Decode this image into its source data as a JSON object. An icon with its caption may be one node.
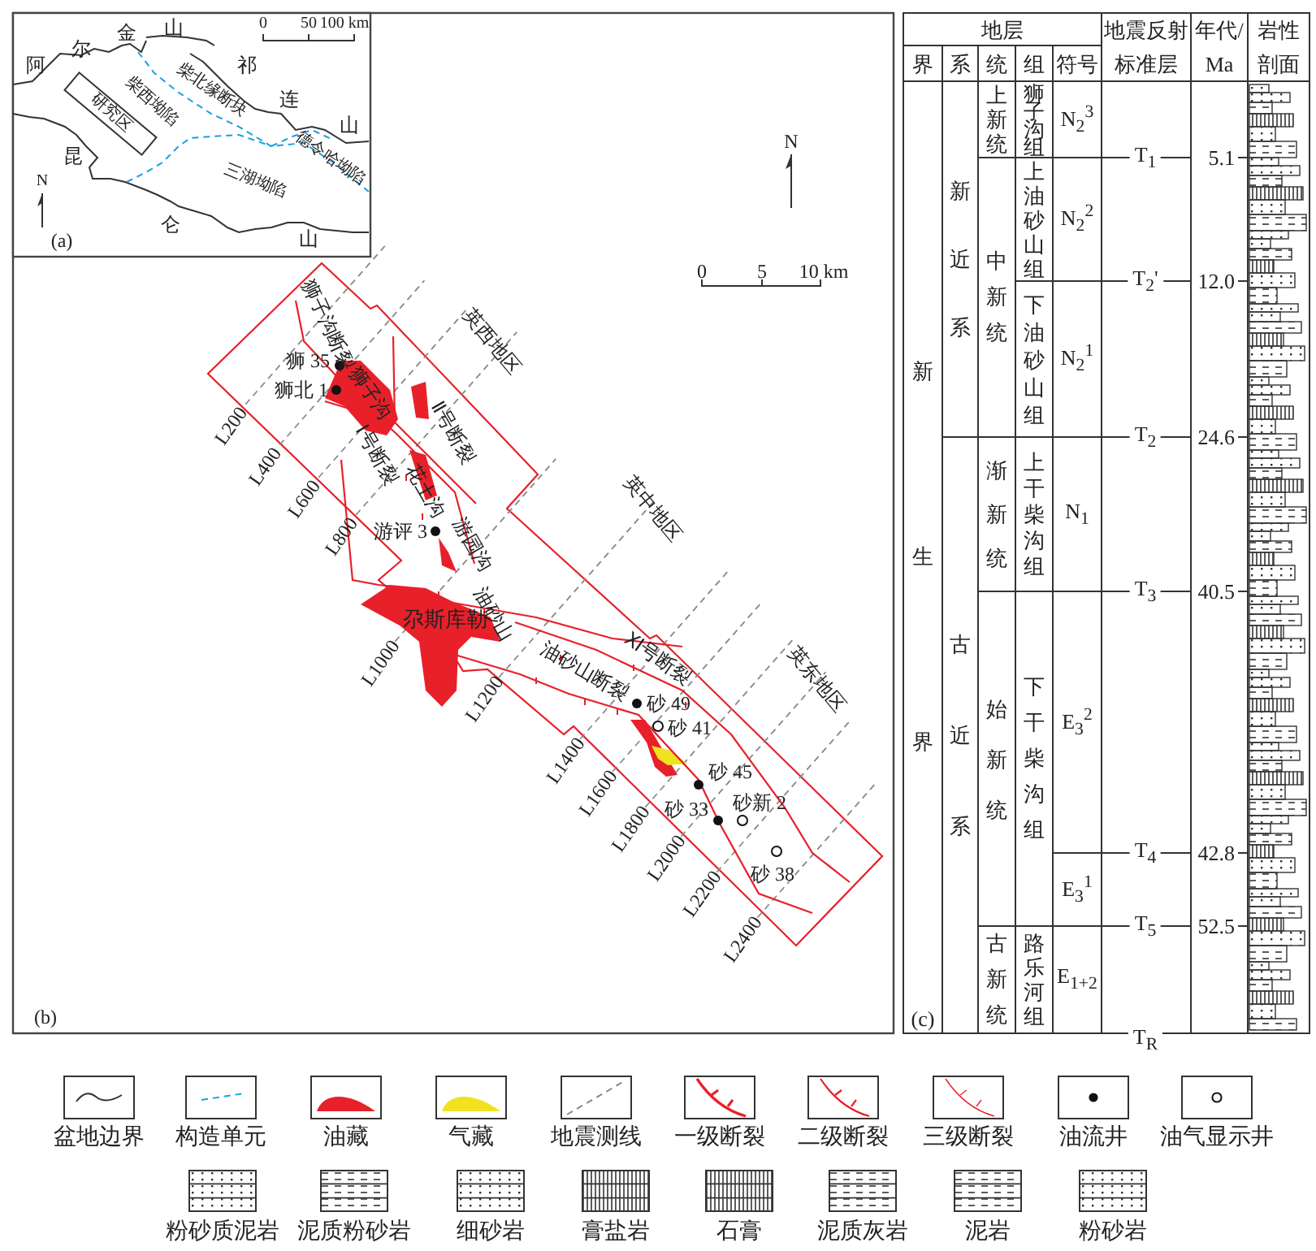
{
  "diagram": {
    "labels": [
      "金",
      "山",
      "阿",
      "尔",
      "祁",
      "连",
      "山",
      "柴北缘断块",
      "柴西坳陷",
      "研究区",
      "德令哈坳陷",
      "三湖坳陷",
      "昆",
      "仑",
      "山",
      "0",
      "50",
      "100 km",
      "N",
      "(a)",
      "N",
      "0",
      "5",
      "10 km",
      "狮子沟断裂",
      "英西地区",
      "狮 35",
      "狮北 1",
      "狮子沟",
      "L200",
      "L400",
      "Ⅰ号断裂",
      "Ⅱ号断裂",
      "L600",
      "花土沟",
      "英中地区",
      "L800",
      "游评 3",
      "游园沟",
      "L1000",
      "尕斯库勒",
      "油砂山",
      "L1200",
      "油砂山断裂",
      "Ⅺ号断裂",
      "英东地区",
      "砂 49",
      "砂 41",
      "L1400",
      "砂 45",
      "L1600",
      "砂 33",
      "砂新 2",
      "L1800",
      "L2000",
      "砂 38",
      "L2200",
      "L2400",
      "(b)",
      "地层",
      "地震反射",
      "年代/",
      "岩性",
      "界",
      "系",
      "统",
      "组",
      "符号",
      "标准层",
      "Ma",
      "剖面",
      "新生界",
      "新近系",
      "上新统",
      "狮子沟组",
      "N$_{2}$$^{3}$",
      "T$_{1}$",
      "5.1",
      "中新统",
      "上油砂山组",
      "N$_{2}$$^{2}$",
      "T$_{2}$'",
      "12.0",
      "下油砂山组",
      "N$_{2}$$^{1}$",
      "T$_{2}$",
      "24.6",
      "古近系",
      "渐新统",
      "上干柴沟组",
      "N$_{1}$",
      "T$_{3}$",
      "40.5",
      "始新统",
      "下干柴沟组",
      "E$_{3}$$^{2}$",
      "T$_{4}$",
      "42.8",
      "E$_{3}$$^{1}$",
      "T$_{5}$",
      "52.5",
      "古新统",
      "路乐河组",
      "E$_{1+2}$",
      "T$_{R}$",
      "(c)"
    ],
    "legend": [
      {
        "text": "盆地边界"
      },
      {
        "text": "构造单元"
      },
      {
        "text": "油藏",
        "color": "#e8202a"
      },
      {
        "text": "气藏",
        "color": "#f0e21e"
      },
      {
        "text": "地震测线"
      },
      {
        "text": "一级断裂"
      },
      {
        "text": "二级断裂"
      },
      {
        "text": "三级断裂"
      },
      {
        "text": "油流井"
      },
      {
        "text": "油气显示井"
      },
      {
        "text": "粉砂质泥岩"
      },
      {
        "text": "泥质粉砂岩"
      },
      {
        "text": "细砂岩"
      },
      {
        "text": "膏盐岩"
      },
      {
        "text": "石膏"
      },
      {
        "text": "泥质灰岩"
      },
      {
        "text": "泥岩"
      },
      {
        "text": "粉砂岩"
      }
    ]
  }
}
